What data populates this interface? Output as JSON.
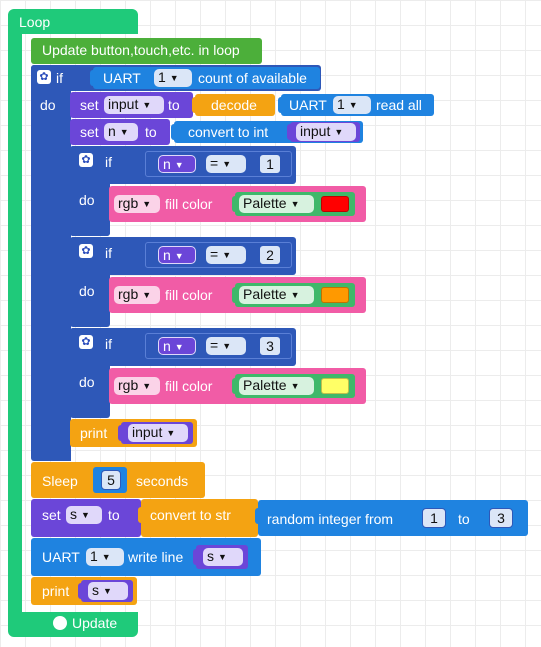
{
  "loop": {
    "label": "Loop"
  },
  "update_in_loop": {
    "label": "Update button,touch,etc. in loop"
  },
  "if_uart": {
    "if_label": "if",
    "uart_label": "UART",
    "uart_port": "1",
    "count_label": "count of available",
    "do_label": "do"
  },
  "set_input": {
    "set_label": "set",
    "var": "input",
    "to_label": "to",
    "decode_label": "decode",
    "uart_label": "UART",
    "uart_port": "1",
    "read_all_label": "read all"
  },
  "set_n": {
    "set_label": "set",
    "var": "n",
    "to_label": "to",
    "convert_label": "convert to int",
    "input_var": "input"
  },
  "conditions": [
    {
      "if_label": "if",
      "var": "n",
      "op": "=",
      "value": "1",
      "do_label": "do",
      "rgb": "rgb",
      "fill_label": "fill color",
      "palette": "Palette",
      "color": "#ff0000"
    },
    {
      "if_label": "if",
      "var": "n",
      "op": "=",
      "value": "2",
      "do_label": "do",
      "rgb": "rgb",
      "fill_label": "fill color",
      "palette": "Palette",
      "color": "#ff9900"
    },
    {
      "if_label": "if",
      "var": "n",
      "op": "=",
      "value": "3",
      "do_label": "do",
      "rgb": "rgb",
      "fill_label": "fill color",
      "palette": "Palette",
      "color": "#ffff66"
    }
  ],
  "print_input": {
    "print_label": "print",
    "var": "input"
  },
  "sleep": {
    "label": "Sleep",
    "value": "5",
    "unit": "seconds"
  },
  "set_s": {
    "set_label": "set",
    "var": "s",
    "to_label": "to",
    "convert_label": "convert to str",
    "random_label": "random integer from",
    "from_value": "1",
    "to_value_label": "to",
    "to_value": "3"
  },
  "uart_write": {
    "uart_label": "UART",
    "uart_port": "1",
    "write_label": "write line",
    "var": "s"
  },
  "print_s": {
    "print_label": "print",
    "var": "s"
  },
  "update_button": {
    "label": "Update"
  },
  "colors": {
    "loop_green": "#1fca7a",
    "update_green": "#4caf3a",
    "uart_blue": "#1f83e0",
    "logic_blue": "#2e58b8",
    "var_purple": "#6b46d8",
    "text_orange": "#f4a312",
    "rgb_pink": "#f15ca6",
    "palette_green": "#3fb86a"
  }
}
